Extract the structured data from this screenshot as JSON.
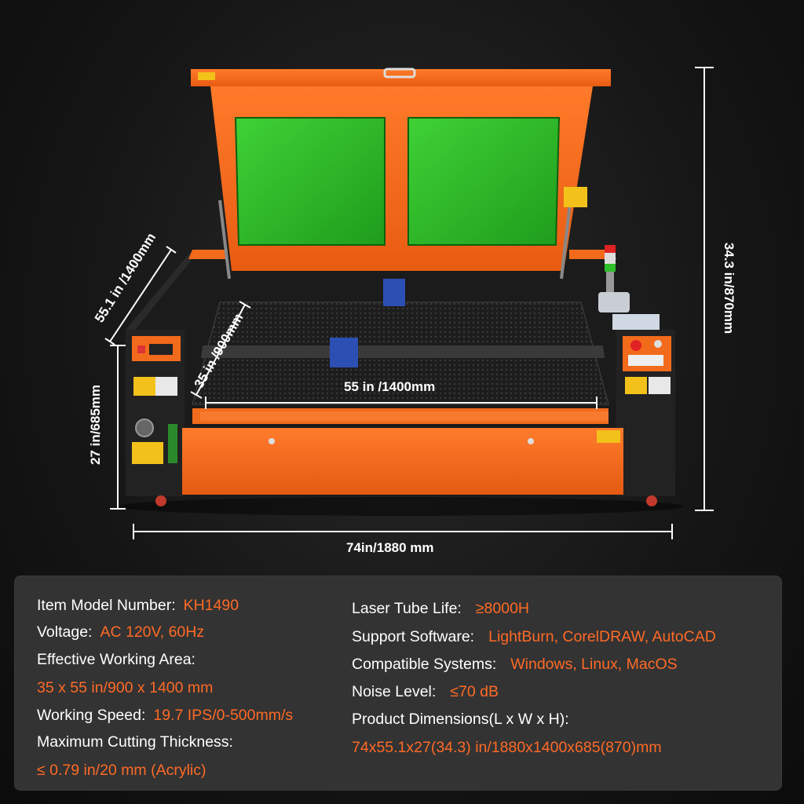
{
  "dimensions": {
    "depth": "55.1 in /1400mm",
    "height_total": "34.3 in/870mm",
    "height_body": "27 in/685mm",
    "work_depth": "35 in /900mm",
    "work_width": "55 in /1400mm",
    "width": "74in/1880 mm"
  },
  "specs": {
    "left": [
      {
        "label": "Item Model Number:",
        "value": "KH1490"
      },
      {
        "label": "Voltage:",
        "value": "AC 120V, 60Hz"
      },
      {
        "label": "Effective Working Area:",
        "value": ""
      },
      {
        "label": "",
        "value": "35 x 55 in/900 x 1400 mm"
      },
      {
        "label": "Working Speed:",
        "value": "19.7 IPS/0-500mm/s"
      },
      {
        "label": "Maximum Cutting Thickness:",
        "value": ""
      },
      {
        "label": "",
        "value": "≤ 0.79 in/20 mm (Acrylic)"
      }
    ],
    "right": [
      {
        "label": "Laser Tube Life:",
        "value": "≥8000H"
      },
      {
        "label": "Support Software:",
        "value": "LightBurn, CorelDRAW, AutoCAD"
      },
      {
        "label": "Compatible Systems:",
        "value": "Windows, Linux, MacOS"
      },
      {
        "label": "Noise Level:",
        "value": "≤70 dB"
      },
      {
        "label": "Product Dimensions(L x W x H):",
        "value": ""
      },
      {
        "label": "",
        "value": "74x55.1x27(34.3) in/1880x1400x685(870)mm"
      }
    ]
  },
  "colors": {
    "accent": "#ff6a26",
    "machine_orange": "#f26a1b",
    "window_green": "#2fbf2a",
    "panel_bg": "#333333"
  }
}
